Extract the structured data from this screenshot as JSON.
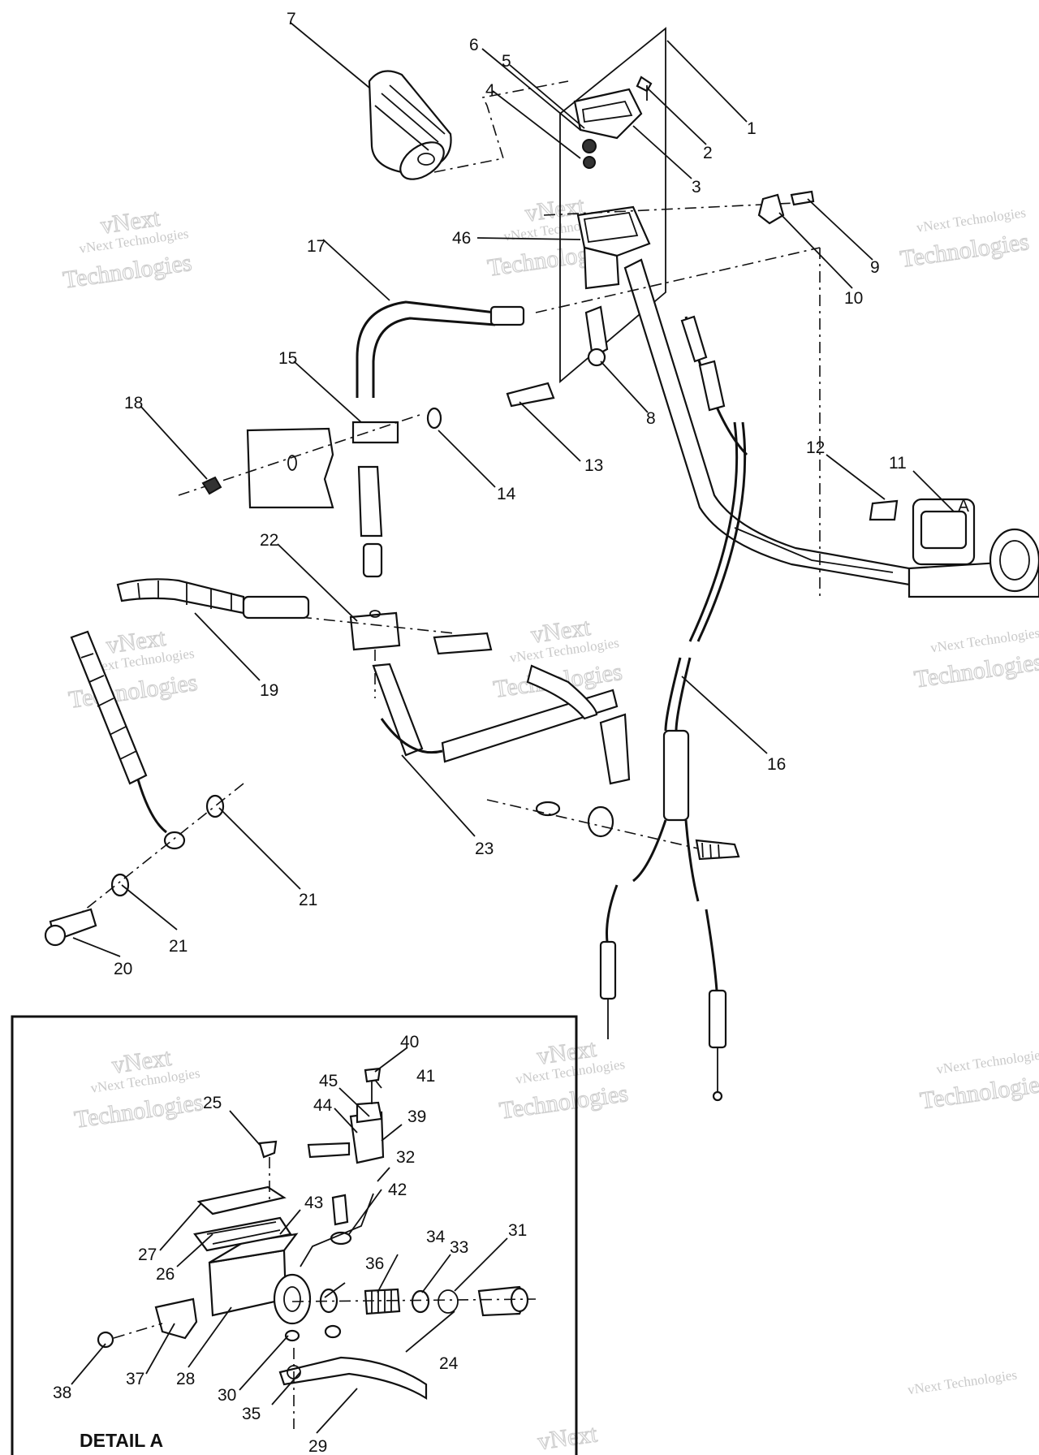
{
  "callouts": [
    "1",
    "2",
    "3",
    "4",
    "5",
    "6",
    "7",
    "8",
    "9",
    "10",
    "11",
    "12",
    "13",
    "14",
    "15",
    "16",
    "17",
    "18",
    "19",
    "20",
    "21",
    "21",
    "22",
    "23",
    "24",
    "25",
    "26",
    "27",
    "28",
    "29",
    "30",
    "31",
    "32",
    "33",
    "34",
    "35",
    "36",
    "37",
    "38",
    "39",
    "40",
    "41",
    "42",
    "43",
    "44",
    "45",
    "46"
  ],
  "callout_A": "A",
  "detail_label": "DETAIL A",
  "watermark": {
    "small": "vNext Technologies",
    "big": "Technologies",
    "top": "vNext"
  }
}
